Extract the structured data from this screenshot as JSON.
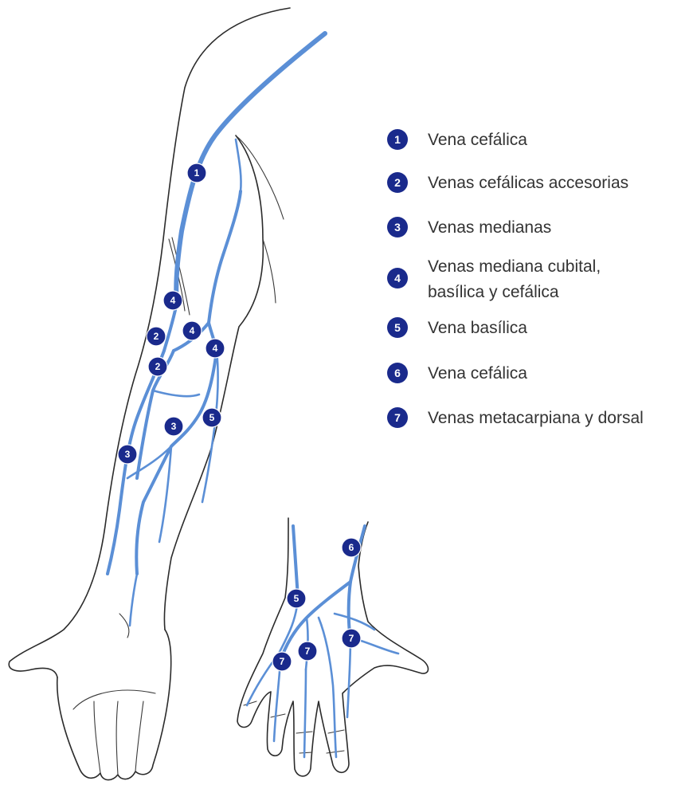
{
  "legend": [
    {
      "number": "1",
      "label": "Vena cefálica"
    },
    {
      "number": "2",
      "label": "Venas cefálicas accesorias"
    },
    {
      "number": "3",
      "label": "Venas medianas"
    },
    {
      "number": "4",
      "label_lines": [
        "Venas mediana cubital,",
        "basílica y cefálica"
      ]
    },
    {
      "number": "5",
      "label": "Vena basílica"
    },
    {
      "number": "6",
      "label": "Vena cefálica"
    },
    {
      "number": "7",
      "label": "Venas metacarpiana y dorsal"
    }
  ],
  "arm_markers": [
    "1",
    "4",
    "2",
    "4",
    "2",
    "4",
    "3",
    "5",
    "3"
  ],
  "hand_markers": [
    "6",
    "5",
    "7",
    "7",
    "7"
  ],
  "colors": {
    "vein": "#5b8fd6",
    "badge": "#1a2a8c",
    "outline": "#2b2b2b"
  }
}
